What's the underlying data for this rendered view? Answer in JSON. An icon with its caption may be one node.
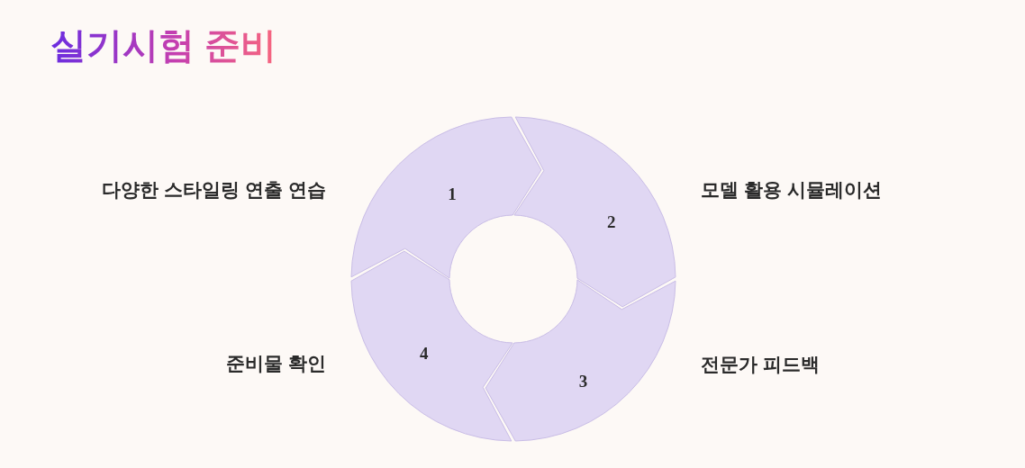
{
  "diagram": {
    "title": "실기시험 준비",
    "nodes": [
      {
        "text": [
          "1"
        ],
        "beside": [
          "다양한 스타일링 연출 연습"
        ]
      },
      {
        "text": [
          "2"
        ],
        "beside": [
          "모델 활용 시뮬레이션"
        ]
      },
      {
        "text": [
          "3"
        ],
        "beside": [
          "전문가 피드백"
        ]
      },
      {
        "text": [
          "4"
        ],
        "beside": [
          "준비물 확인"
        ]
      }
    ]
  }
}
